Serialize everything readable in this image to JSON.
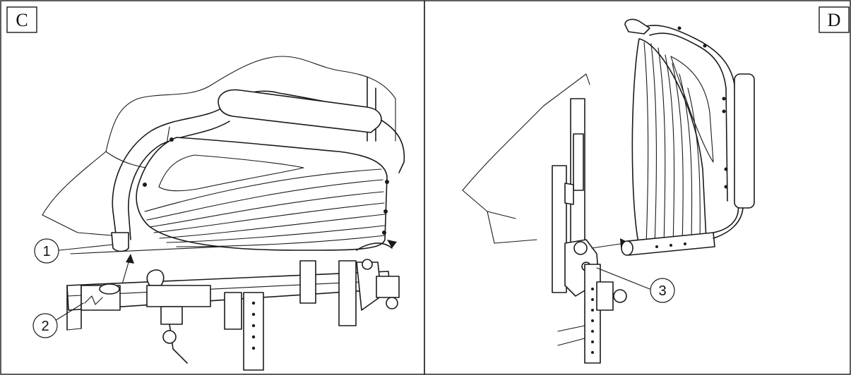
{
  "panels": [
    {
      "id": "C",
      "label": "C"
    },
    {
      "id": "D",
      "label": "D"
    }
  ],
  "callouts": [
    {
      "number": "1"
    },
    {
      "number": "2"
    },
    {
      "number": "3"
    }
  ]
}
